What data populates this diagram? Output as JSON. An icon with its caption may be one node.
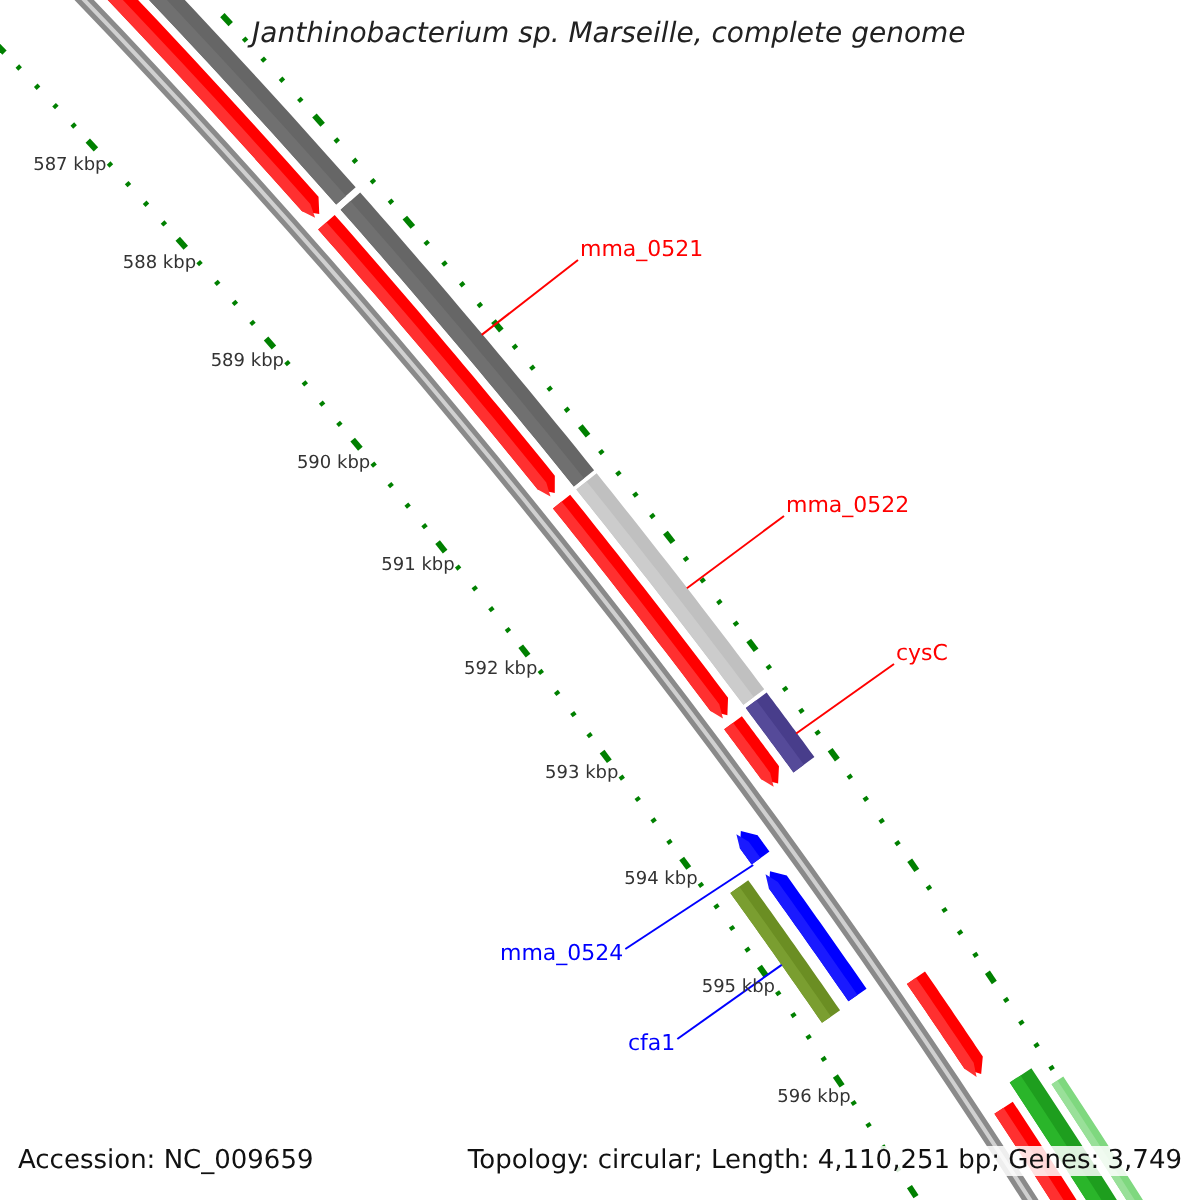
{
  "diagram": {
    "title": "Janthinobacterium sp. Marseille, complete genome",
    "nodes": [
      {
        "text": [
          "mma_0521"
        ]
      },
      {
        "text": [],
        "shape": "bar"
      },
      {
        "text": [
          "mma_0522"
        ]
      },
      {
        "text": [],
        "shape": "bar"
      },
      {
        "text": [
          "cysC"
        ]
      },
      {
        "text": [],
        "shape": "bar"
      },
      {
        "text": [
          "mma_0524"
        ]
      },
      {
        "text": [],
        "shape": "arrow"
      },
      {
        "text": [
          "cfa1"
        ]
      },
      {
        "text": [],
        "shape": "bar"
      }
    ],
    "edges": [
      {
        "from": 0,
        "to": 1,
        "arrow": "none"
      },
      {
        "from": 2,
        "to": 3,
        "arrow": "none"
      },
      {
        "from": 4,
        "to": 5,
        "arrow": "none"
      },
      {
        "from": 6,
        "to": 7,
        "arrow": "none",
        "color": "#0000ff"
      },
      {
        "from": 8,
        "to": 9,
        "arrow": "none",
        "color": "#0000ff"
      }
    ],
    "labels": [
      "587 kbp",
      "588 kbp",
      "589 kbp",
      "590 kbp",
      "591 kbp",
      "592 kbp",
      "593 kbp",
      "594 kbp",
      "595 kbp",
      "596 kbp",
      "Accession: NC_009659",
      "Topology: circular; Length: 4,110,251 bp; Genes: 3,749"
    ]
  }
}
